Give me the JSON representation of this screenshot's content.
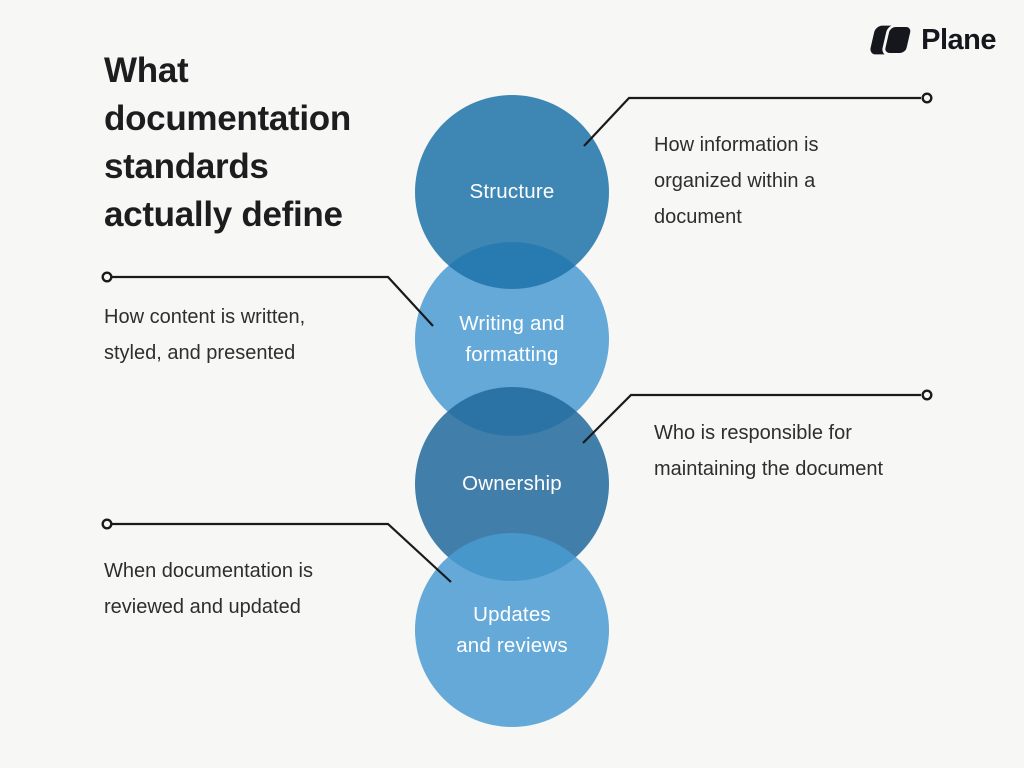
{
  "brand": {
    "name": "Plane"
  },
  "title": {
    "text": "What documentation standards actually define",
    "lines": [
      "What",
      "documentation",
      "standards",
      "actually define"
    ]
  },
  "items": [
    {
      "id": "structure",
      "label": "Structure",
      "label_lines": [
        "Structure"
      ],
      "circle_color": "#1d73a9",
      "annotation": {
        "side": "right",
        "text": "How information is organized within a document",
        "lines": [
          "How information is",
          "organized within a",
          "document"
        ]
      }
    },
    {
      "id": "writing-and-formatting",
      "label": "Writing and formatting",
      "label_lines": [
        "Writing and",
        "formatting"
      ],
      "circle_color": "#4a9bd1",
      "annotation": {
        "side": "left",
        "text": "How content is written, styled, and presented",
        "lines": [
          "How content is written,",
          "styled, and presented"
        ]
      }
    },
    {
      "id": "ownership",
      "label": "Ownership",
      "label_lines": [
        "Ownership"
      ],
      "circle_color": "#216a9c",
      "annotation": {
        "side": "right",
        "text": "Who is responsible for maintaining the document",
        "lines": [
          "Who is responsible for",
          "maintaining the document"
        ]
      }
    },
    {
      "id": "updates-and-reviews",
      "label": "Updates and reviews",
      "label_lines": [
        "Updates",
        "and reviews"
      ],
      "circle_color": "#4a9bd1",
      "annotation": {
        "side": "left",
        "text": "When documentation is reviewed and updated",
        "lines": [
          "When documentation is",
          "reviewed and updated"
        ]
      }
    }
  ],
  "colors": {
    "background": "#f7f7f5",
    "circle_opacity": "0.85",
    "circle_label_text": "#ffffff",
    "connector_line": "#1a1a1a",
    "title_text": "#1d1d1f",
    "annotation_text": "#2e2e30",
    "brand_text": "#15171c"
  }
}
